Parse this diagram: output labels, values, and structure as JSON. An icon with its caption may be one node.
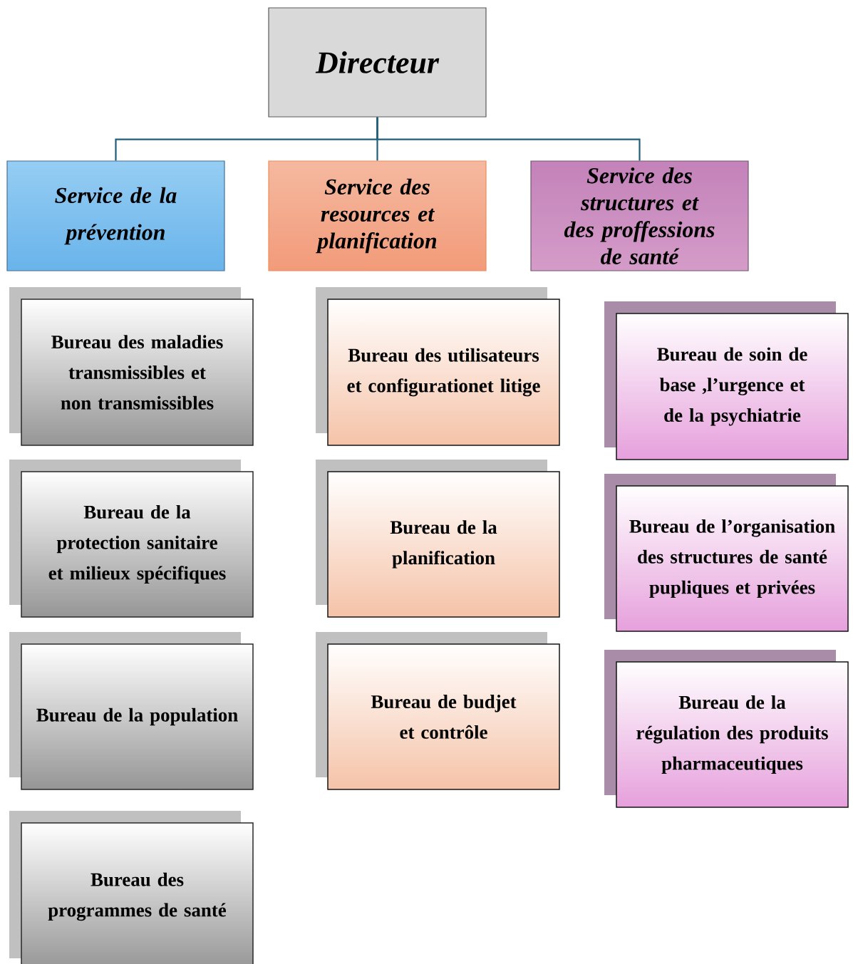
{
  "diagram": {
    "nodes": [
      {
        "text": [
          "Directeur"
        ]
      },
      {
        "text": [
          "Service de la prévention"
        ]
      },
      {
        "text": [
          "Service des resources et planification"
        ]
      },
      {
        "text": [
          "Service des structures et des proffessions de santé"
        ]
      },
      {
        "text": [
          "Bureau des maladies transmissibles et non transmissibles"
        ]
      },
      {
        "text": [
          "Bureau de la protection sanitaire et milieux spécifiques"
        ]
      },
      {
        "text": [
          "Bureau de la population"
        ]
      },
      {
        "text": [
          "Bureau des programmes de santé"
        ]
      },
      {
        "text": [
          "Bureau des utilisateurs et configurationet litige"
        ]
      },
      {
        "text": [
          "Bureau de la planification"
        ]
      },
      {
        "text": [
          "Bureau de budjet et contrôle"
        ]
      },
      {
        "text": [
          "Bureau de soin de base ,l’urgence et de la psychiatrie"
        ]
      },
      {
        "text": [
          "Bureau de l’organisation des structures de santé pupliques et privées"
        ]
      },
      {
        "text": [
          "Bureau de la régulation des produits pharmaceutiques"
        ]
      }
    ],
    "edges": [
      {
        "from": 0,
        "to": 1,
        "arrow": "none"
      },
      {
        "from": 0,
        "to": 2,
        "arrow": "none"
      },
      {
        "from": 0,
        "to": 3,
        "arrow": "none"
      }
    ]
  }
}
